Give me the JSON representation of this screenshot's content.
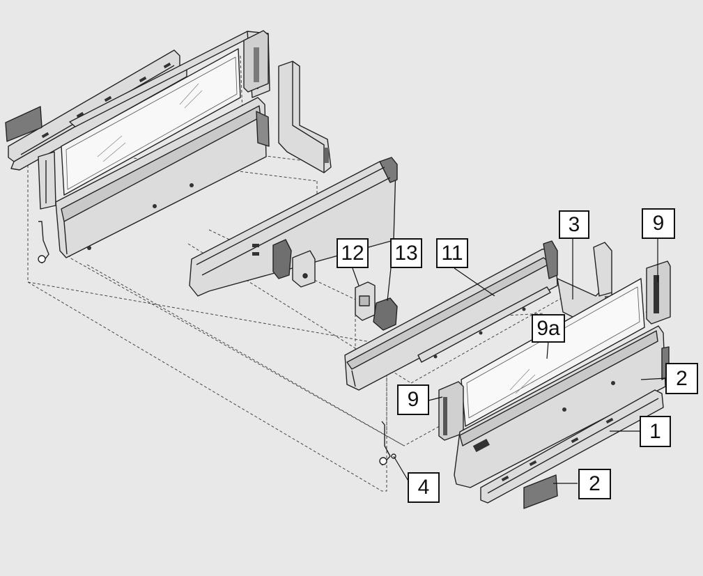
{
  "diagram": {
    "labels": {
      "l1": "1",
      "l2a": "2",
      "l2b": "2",
      "l3": "3",
      "l4": "4",
      "l9a": "9",
      "l9b": "9",
      "l9c": "9a",
      "l11": "11",
      "l12": "12",
      "l13": "13"
    }
  },
  "colors": {
    "background": "#e8e8e8",
    "metal": "#dcdcdc",
    "dark_part": "#6f6f6f",
    "glass": "#f4f4f4",
    "outline": "#222222"
  }
}
